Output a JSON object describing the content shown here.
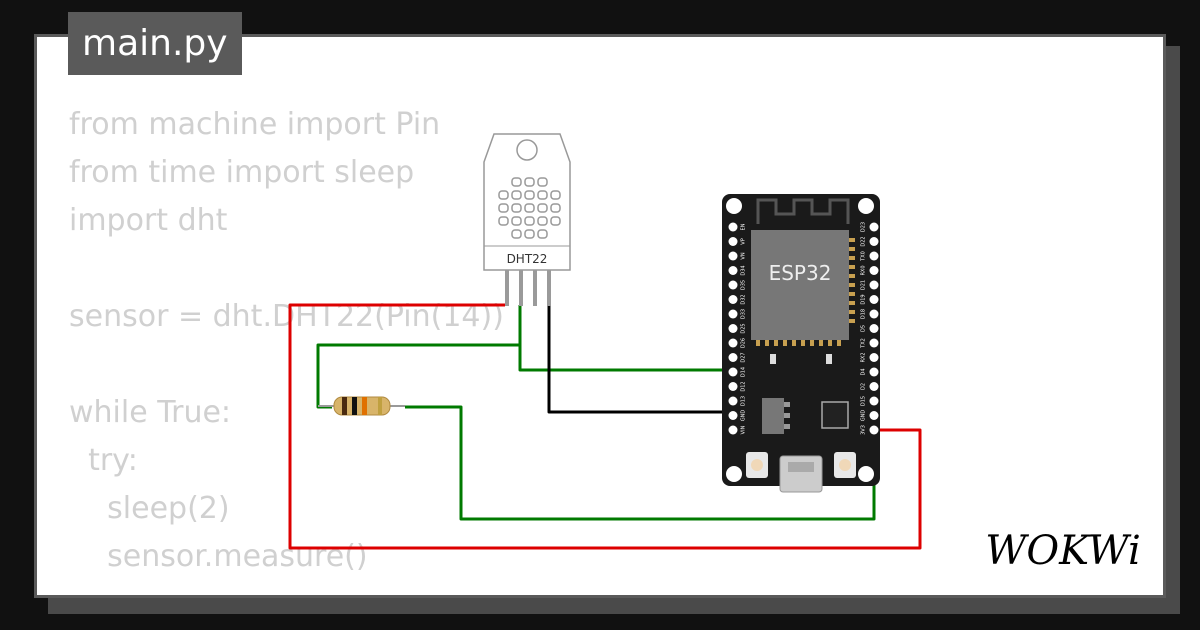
{
  "file_tab": {
    "label": "main.py"
  },
  "code_lines": [
    "from machine import Pin",
    "from time import sleep",
    "import dht",
    "",
    "sensor = dht.DHT22(Pin(14))",
    "",
    "while True:",
    "  try:",
    "    sleep(2)",
    "    sensor.measure()"
  ],
  "sensor": {
    "label": "DHT22"
  },
  "board": {
    "chip_label": "ESP32",
    "left_pins": [
      "EN",
      "VP",
      "VN",
      "D34",
      "D35",
      "D32",
      "D33",
      "D25",
      "D26",
      "D27",
      "D14",
      "D12",
      "D13",
      "GND",
      "VIN"
    ],
    "right_pins": [
      "D23",
      "D22",
      "TX0",
      "RX0",
      "D21",
      "D19",
      "D18",
      "D5",
      "TX2",
      "RX2",
      "D4",
      "D2",
      "D15",
      "GND",
      "3V3"
    ]
  },
  "logo": {
    "text": "WOKWi"
  },
  "colors": {
    "background": "#111111",
    "card": "#ffffff",
    "tab": "#5a5a5a",
    "code_text": "#d0d0d0",
    "wire_red": "#dd0000",
    "wire_green": "#007a00",
    "wire_black": "#000000",
    "board": "#1a1a1a"
  }
}
